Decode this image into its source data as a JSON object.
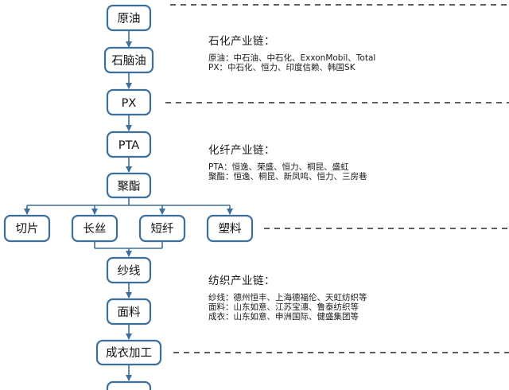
{
  "nodes": {
    "crude": "原油",
    "naphtha": "石脑油",
    "px": "PX",
    "pta": "PTA",
    "polyester": "聚酯",
    "chip": "切片",
    "filament": "长丝",
    "staple": "短纤",
    "plastic": "塑料",
    "yarn": "纱线",
    "fabric": "面料",
    "garment": "成衣加工"
  },
  "petrochem": {
    "title": "石化产业链：",
    "lines": [
      "原油：中石油、中石化、ExxonMobil、Total",
      "PX：中石化、恒力、印度信赖、韩国SK"
    ]
  },
  "fiber": {
    "title": "化纤产业链：",
    "lines": [
      "PTA：恒逸、荣盛、恒力、桐昆、盛虹",
      "聚酯：恒逸、桐昆、新凤鸣、恒力、三房巷"
    ]
  },
  "textile": {
    "title": "纺织产业链：",
    "lines": [
      "纱线：德州恒丰、上海德福伦、天虹纺织等",
      "面料：山东如意、江苏宝潓、鲁泰纺织等",
      "成衣：山东如意、申洲国际、健盛集团等"
    ]
  },
  "colors": {
    "node_border": "#3d6f9c",
    "divider": "#2a2a2a"
  }
}
